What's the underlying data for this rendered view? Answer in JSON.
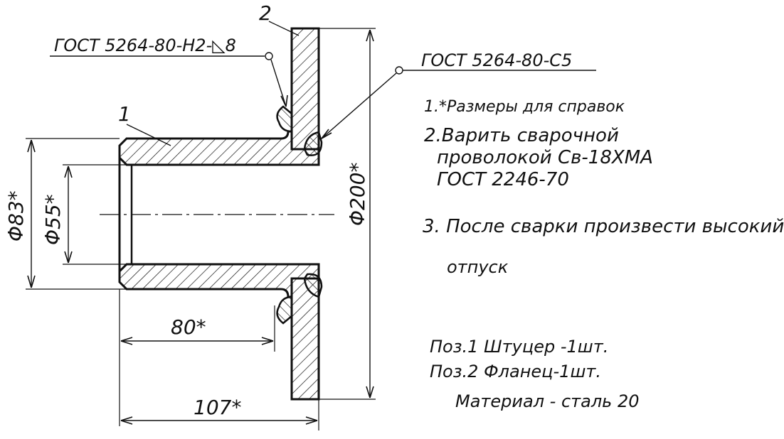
{
  "callouts": {
    "weld_left": "ГОСТ 5264-80-Н2-◺8",
    "weld_right": "ГОСТ 5264-80-С5",
    "part1": "1",
    "part2": "2"
  },
  "dimensions": {
    "d83": "Φ83*",
    "d55": "Φ55*",
    "d200": "Φ200*",
    "len80": "80*",
    "len107": "107*"
  },
  "notes": {
    "n1": "1.*Размеры для справок",
    "n2_l1": "2.Варить сварочной",
    "n2_l2": "проволокой Св-18ХМА",
    "n2_l3": "ГОСТ 2246-70",
    "n3": "3. После сварки произвести высокий",
    "n3_cont": "отпуск"
  },
  "parts": {
    "pos1": "Поз.1   Штуцер -1шт.",
    "pos2": "Поз.2  Фланец-1шт.",
    "material": "Материал - сталь 20"
  }
}
